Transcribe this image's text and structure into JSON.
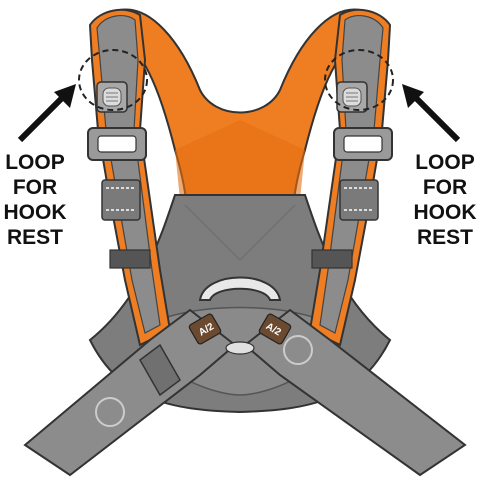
{
  "callouts": {
    "left": {
      "lines": [
        "LOOP",
        "FOR",
        "HOOK",
        "REST"
      ]
    },
    "right": {
      "lines": [
        "LOOP",
        "FOR",
        "HOOK",
        "REST"
      ]
    }
  },
  "tags": {
    "left": "A/2",
    "right": "A/2"
  },
  "colors": {
    "orange": "#ef7d22",
    "strap_gray": "#8c8c8c",
    "dark_gray": "#5a5a5a",
    "light_gray": "#bdbdbd",
    "outline": "#333333"
  },
  "icons": [
    "hook-rest-loop-left",
    "hook-rest-loop-right",
    "arrow-icon-left",
    "arrow-icon-right",
    "d-ring-icon",
    "buckle-icon"
  ]
}
